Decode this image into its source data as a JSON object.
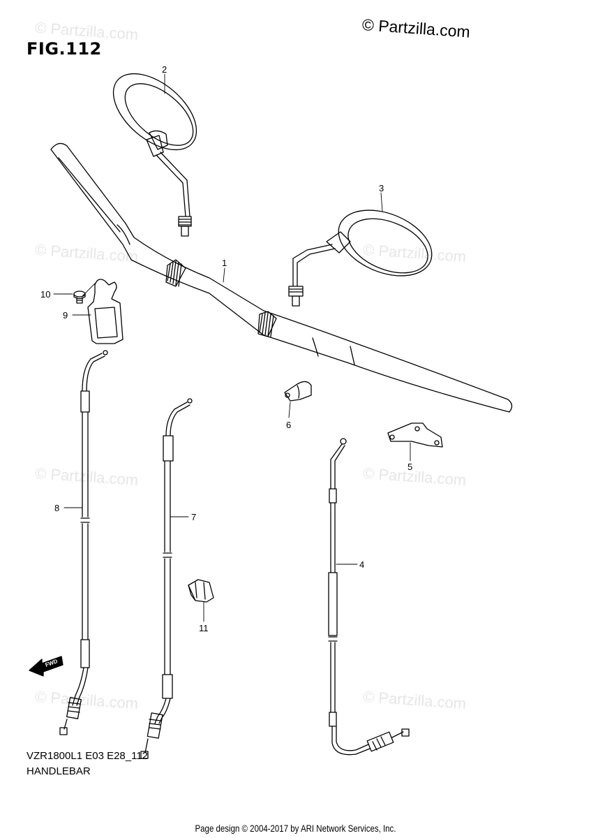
{
  "figure": {
    "title": "FIG.112",
    "copyright": "© Partzilla.com",
    "model_code": "VZR1800L1 E03 E28_112",
    "section_name": "HANDLEBAR",
    "footer": "Page design © 2004-2017 by ARI Network Services, Inc."
  },
  "watermark_text": "© Partzilla.com",
  "callouts": {
    "c1": "1",
    "c2": "2",
    "c3": "3",
    "c4": "4",
    "c5": "5",
    "c6": "6",
    "c7": "7",
    "c8": "8",
    "c9": "9",
    "c10": "10",
    "c11": "11"
  },
  "fwd_label": "FWD",
  "colors": {
    "line": "#000000",
    "watermark": "#d8d8d8"
  }
}
